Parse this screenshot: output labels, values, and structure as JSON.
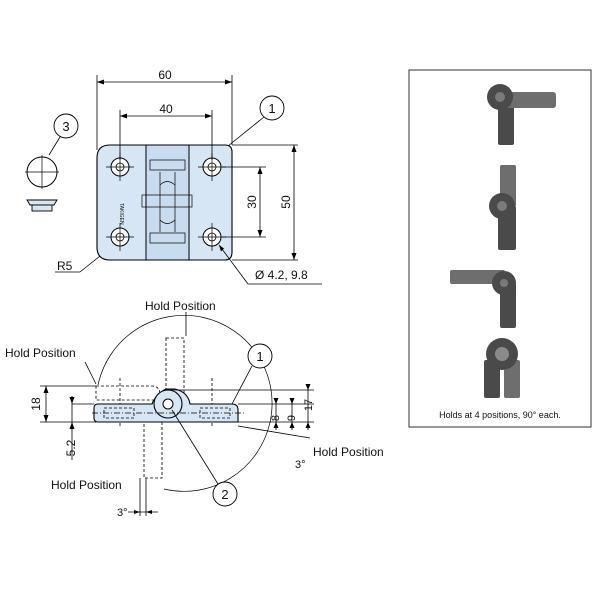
{
  "top_view": {
    "dim_width_outer": "60",
    "dim_width_holes": "40",
    "dim_height_holes": "30",
    "dim_height_outer": "50",
    "radius_label": "R5",
    "hole_label": "Ø 4.2, 9.8",
    "callout_1": "1",
    "callout_3": "3"
  },
  "side_view": {
    "hold_position_top": "Hold Position",
    "hold_position_left": "Hold Position",
    "hold_position_right": "Hold Position",
    "hold_position_bottom": "Hold Position",
    "dim_18": "18",
    "dim_5_2": "5.2",
    "dim_8": "8",
    "dim_9": "9",
    "dim_17": "17",
    "angle_right": "3°",
    "angle_bottom": "3°",
    "callout_1": "1",
    "callout_2": "2"
  },
  "photo_panel": {
    "caption": "Holds at 4 positions, 90° each."
  }
}
